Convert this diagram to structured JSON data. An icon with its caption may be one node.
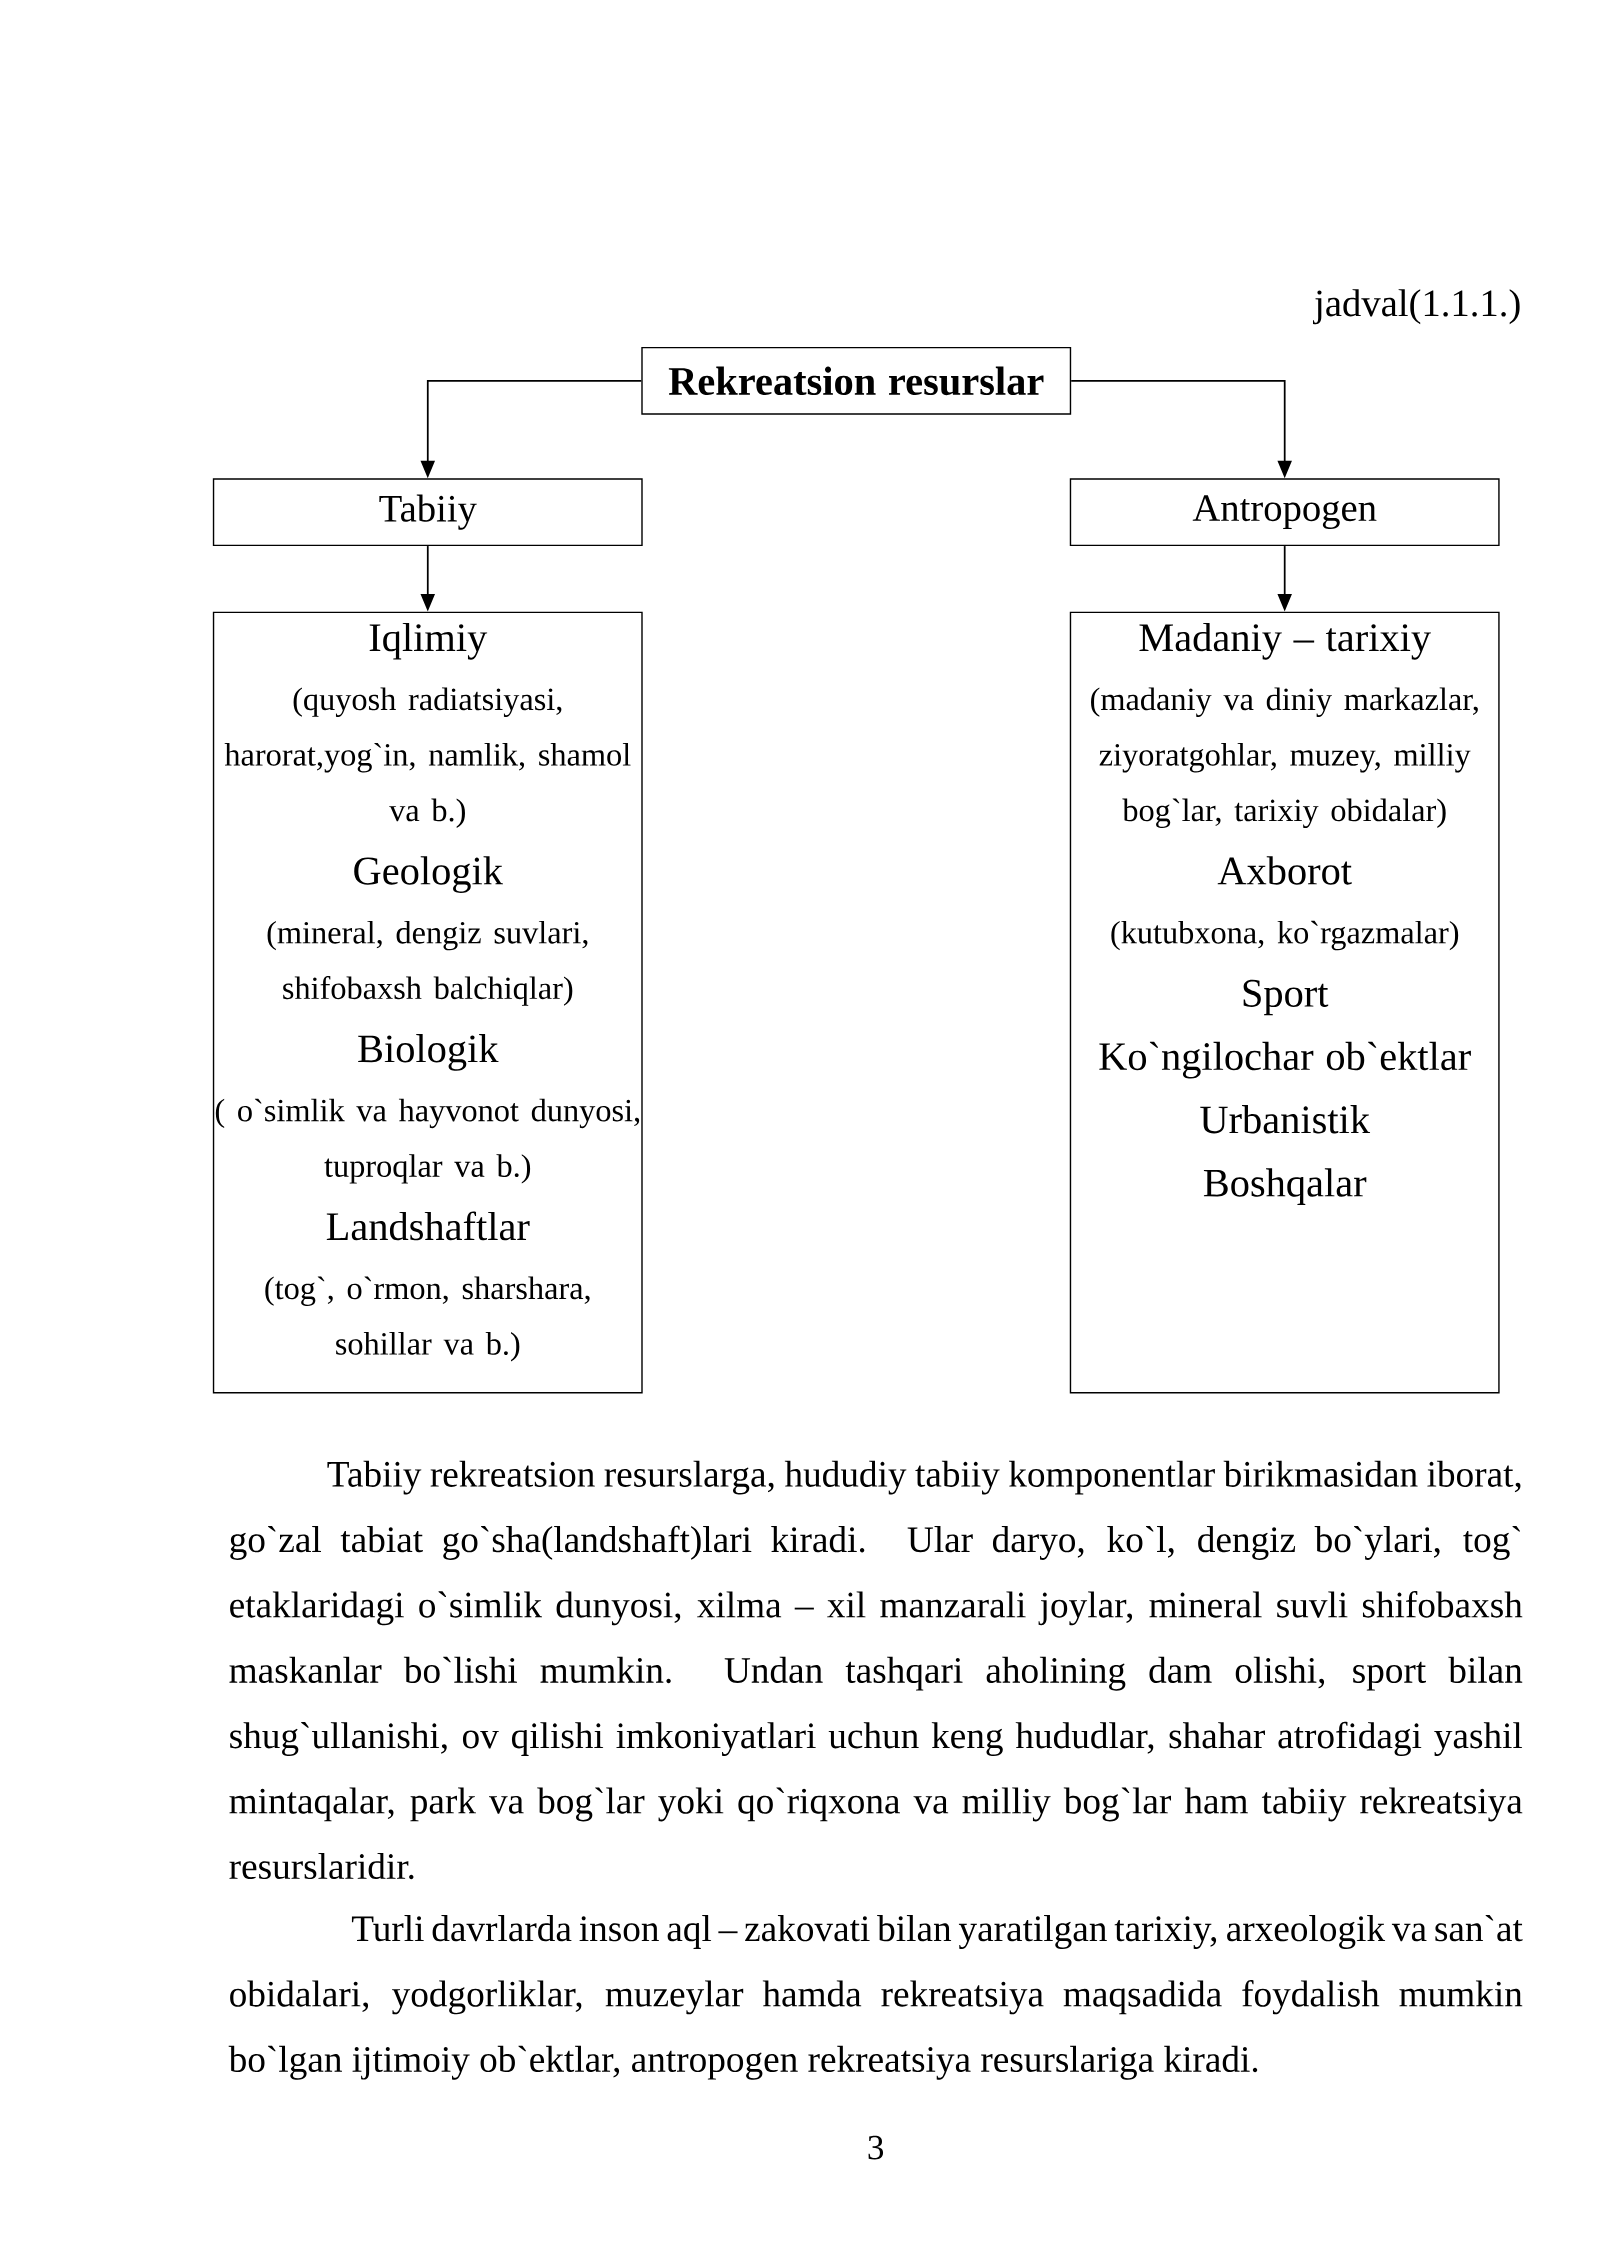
{
  "diagram": {
    "nodes": [
      {
        "text": [
          "Rekreatsion resurslar"
        ]
      },
      {
        "text": [
          "Tabiiy"
        ]
      },
      {
        "text": [
          "Antropogen"
        ]
      },
      {
        "text": [
          "Iqlimiy",
          "(quyosh radiatsiyasi, harorat,yog`in, namlik, shamol va b.)",
          "Geologik",
          "(mineral, dengiz suvlari, shifobaxsh balchiqlar)",
          "Biologik",
          "( o`simlik va hayvonot dunyosi, tuproqlar va b.)",
          "Landshaftlar",
          "(tog`, o`rmon, sharshara, sohillar va b.)"
        ]
      },
      {
        "text": [
          "Madaniy – tarixiy",
          "(madaniy va diniy markazlar, ziyoratgohlar, muzey, milliy bog`lar, tarixiy obidalar)",
          "Axborot",
          "(kutubxona, ko`rgazmalar)",
          "Sport",
          "Ko`ngilochar ob`ektlar",
          "Urbanistik",
          "Boshqalar"
        ]
      }
    ],
    "edges": [
      {
        "from": 0,
        "to": 1,
        "arrow": "to"
      },
      {
        "from": 0,
        "to": 2,
        "arrow": "to"
      },
      {
        "from": 1,
        "to": 3,
        "arrow": "to"
      },
      {
        "from": 2,
        "to": 4,
        "arrow": "to"
      }
    ],
    "labels": [
      "jadval(1.1.1.)",
      "Tabiiy rekreatsion resurslarga, hududiy tabiiy komponentlar birikmasidan iborat, go`zal tabiat go`sha(landshaft)lari kiradi. Ular daryo, ko`l, dengiz bo`ylari, tog` etaklaridagi o`simlik dunyosi, xilma – xil manzarali joylar, mineral suvli shifobaxsh maskanlar bo`lishi mumkin. Undan tashqari aholining dam olishi, sport bilan shug`ullanishi, ov qilishi imkoniyatlari uchun keng hududlar, shahar atrofidagi yashil mintaqalar, park va bog`lar yoki qo`riqxona va milliy bog`lar ham tabiiy rekreatsiya resurslaridir.",
      "Turli davrlarda inson aql – zakovati bilan yaratilgan tarixiy, arxeologik va san`at obidalari, yodgorliklar, muzeylar hamda rekreatsiya maqsadida foydalish mumkin bo`lgan ijtimoiy ob`ektlar, antropogen rekreatsiya resurslariga kiradi.",
      "3"
    ]
  }
}
